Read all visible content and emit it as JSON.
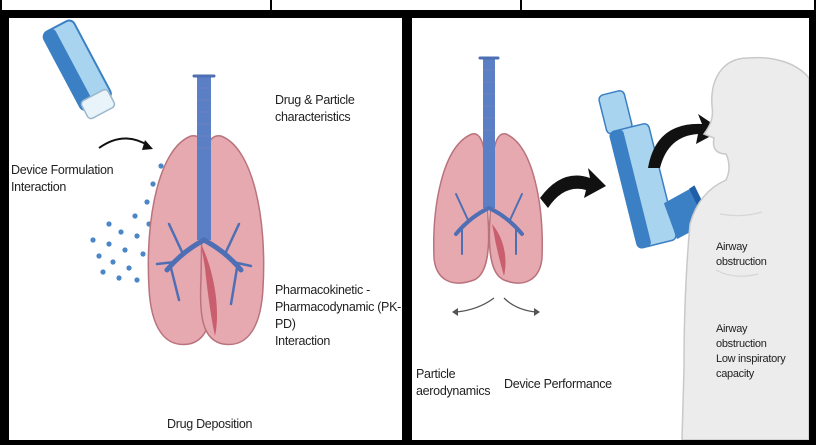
{
  "colors": {
    "lung_fill": "#e7a9b0",
    "lung_stroke": "#b9737c",
    "trachea": "#4f6fb4",
    "bronchi": "#5b73b6",
    "inhaler_blue": "#3b7fc4",
    "inhaler_light": "#a9d4ef",
    "particles": "#4b86c7",
    "body_fill": "#ececec",
    "arrow": "#111111"
  },
  "left_panel": {
    "device_label": "Device Formulation\nInteraction",
    "drug_particle_label": "Drug & Particle\ncharacteristics",
    "pkpd_label": "Pharmacokinetic -\nPharmacodynamic (PK-PD)\nInteraction",
    "deposition_label": "Drug Deposition"
  },
  "right_panel": {
    "particle_label": "Particle\naerodynamics",
    "device_perf_label": "Device Performance",
    "airway1_label": "Airway\nobstruction",
    "airway2_label": "Airway\nobstruction\nLow inspiratory\ncapacity"
  }
}
